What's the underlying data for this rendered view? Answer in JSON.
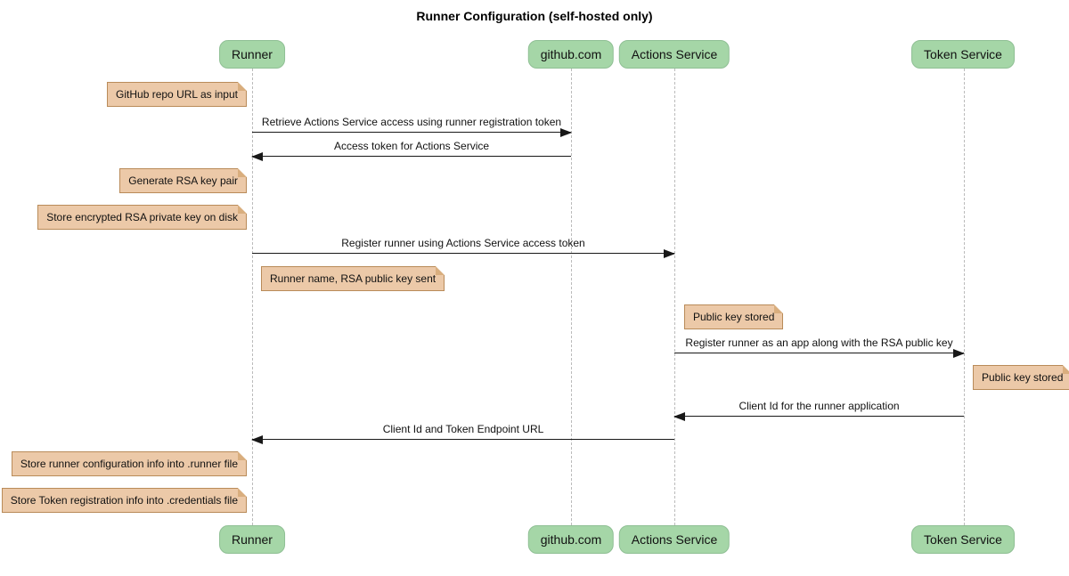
{
  "title": "Runner Configuration (self-hosted only)",
  "diagram_type": "sequence",
  "participants": [
    {
      "label": "Runner"
    },
    {
      "label": "github.com"
    },
    {
      "label": "Actions Service"
    },
    {
      "label": "Token Service"
    }
  ],
  "notes": [
    {
      "text": "GitHub repo URL as input",
      "position": "left of Runner"
    },
    {
      "text": "Generate RSA key pair",
      "position": "left of Runner"
    },
    {
      "text": "Store encrypted RSA private key on disk",
      "position": "left of Runner"
    },
    {
      "text": "Runner name, RSA public key sent",
      "position": "right of Runner"
    },
    {
      "text": "Public key stored",
      "position": "right of Actions Service"
    },
    {
      "text": "Public key stored",
      "position": "right of Token Service"
    },
    {
      "text": "Store runner configuration info into .runner file",
      "position": "left of Runner"
    },
    {
      "text": "Store Token registration info into .credentials file",
      "position": "left of Runner"
    }
  ],
  "messages": [
    {
      "from": "Runner",
      "to": "github.com",
      "label": "Retrieve Actions Service access using runner registration token"
    },
    {
      "from": "github.com",
      "to": "Runner",
      "label": "Access token for Actions Service"
    },
    {
      "from": "Runner",
      "to": "Actions Service",
      "label": "Register runner using Actions Service access token"
    },
    {
      "from": "Actions Service",
      "to": "Token Service",
      "label": "Register runner as an app along with the RSA public key"
    },
    {
      "from": "Token Service",
      "to": "Actions Service",
      "label": "Client Id for the runner application"
    },
    {
      "from": "Actions Service",
      "to": "Runner",
      "label": "Client Id and Token Endpoint URL"
    }
  ],
  "colors": {
    "participant_fill": "#A5D6A7",
    "participant_border": "#8FBF94",
    "note_fill": "#ECC9A8",
    "note_border": "#B98B59",
    "lifeline_color": "#BBBBBB",
    "arrow_color": "#181818",
    "title_color": "#000000"
  }
}
